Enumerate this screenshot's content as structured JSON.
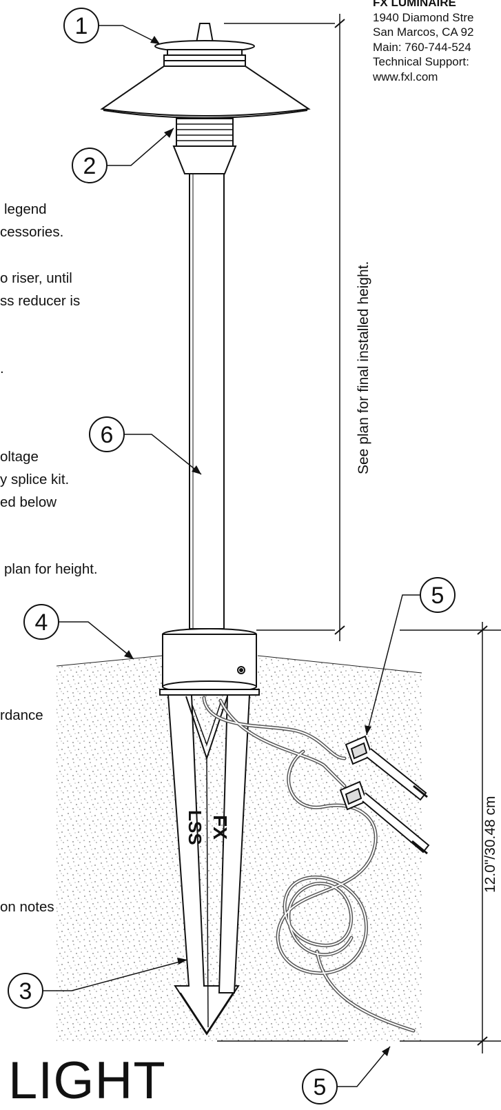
{
  "company": {
    "name": "FX LUMINAIRE",
    "street": "1940 Diamond Stre",
    "city": "San Marcos, CA 92",
    "main_phone": "Main: 760-744-524",
    "support": "Technical Support:",
    "website": "www.fxl.com"
  },
  "notes": [
    "legend",
    "cessories.",
    "o riser, until",
    "ss reducer is",
    ".",
    "oltage",
    "y splice kit.",
    "ed below",
    "plan for height.",
    "rdance",
    "on notes"
  ],
  "callouts": {
    "c1": "1",
    "c2": "2",
    "c3": "3",
    "c4": "4",
    "c5_top": "5",
    "c5_bottom": "5",
    "c6": "6"
  },
  "dimensions": {
    "height_note": "See plan for final installed height.",
    "stake_depth": "12.0\"/30.48 cm"
  },
  "stake_markings": {
    "left": "LSS",
    "right": "FX"
  },
  "title": "LIGHT"
}
